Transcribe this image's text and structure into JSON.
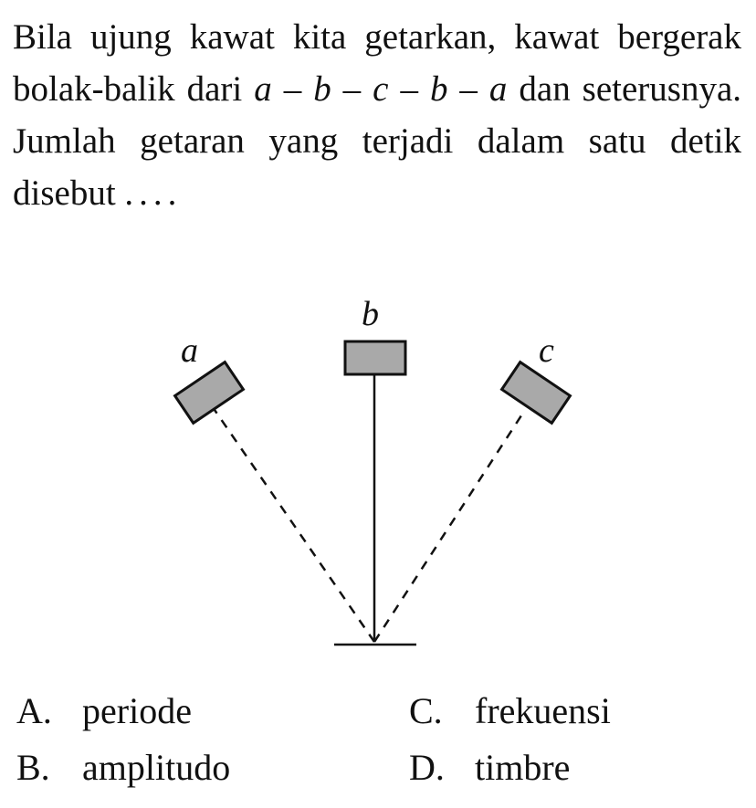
{
  "question": {
    "part1": "Bila ujung kawat kita getarkan, kawat bergerak bolak-balik dari ",
    "seq": [
      "a",
      "b",
      "c",
      "b",
      "a"
    ],
    "dash": " – ",
    "part2": " dan seterusnya. Jumlah getaran yang terjadi dalam satu detik disebut ",
    "dots": "...."
  },
  "diagram": {
    "labels": {
      "a": "a",
      "b": "b",
      "c": "c"
    },
    "block_fill": "#a9a9a9",
    "line_color": "#111111"
  },
  "options": [
    {
      "letter": "A.",
      "text": "periode"
    },
    {
      "letter": "B.",
      "text": "amplitudo"
    },
    {
      "letter": "C.",
      "text": "frekuensi"
    },
    {
      "letter": "D.",
      "text": "timbre"
    }
  ]
}
